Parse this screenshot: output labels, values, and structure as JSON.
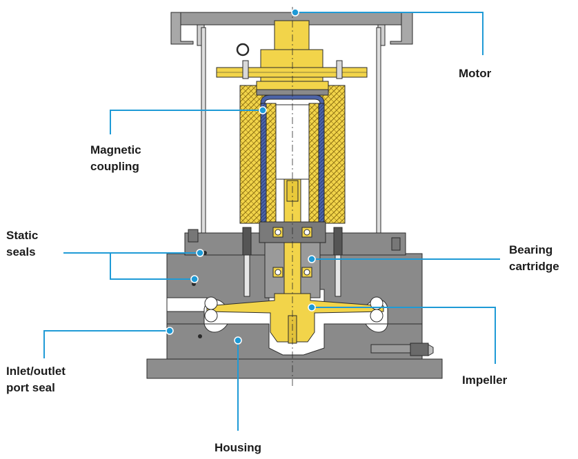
{
  "colors": {
    "callout": "#1e9ad6",
    "housing": "#8b8b8b",
    "housing_dark": "#6f6f6f",
    "brass": "#f2d44a",
    "brass_dark": "#c8a51e",
    "coupling": "#4c63a7",
    "outline": "#2a2a2a"
  },
  "labels": {
    "motor": [
      "Motor"
    ],
    "magnetic_coupling": [
      "Magnetic",
      "coupling"
    ],
    "static_seals": [
      "Static",
      "seals"
    ],
    "bearing_cartridge": [
      "Bearing",
      "cartridge"
    ],
    "inlet_outlet_seal": [
      "Inlet/outlet",
      "port seal"
    ],
    "impeller": [
      "Impeller"
    ],
    "housing": [
      "Housing"
    ]
  }
}
